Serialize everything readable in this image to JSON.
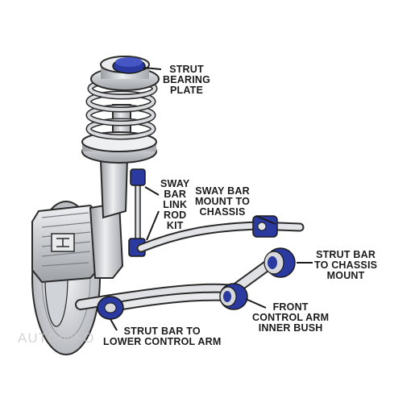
{
  "labels": {
    "strut_bearing_plate": [
      "STRUT",
      "BEARING",
      "PLATE"
    ],
    "sway_bar_link_rod_kit": [
      "SWAY",
      "BAR",
      "LINK",
      "ROD",
      "KIT"
    ],
    "sway_bar_mount_to_chassis": [
      "SWAY BAR",
      "MOUNT TO",
      "CHASSIS"
    ],
    "strut_bar_to_chassis_mount": [
      "STRUT BAR",
      "TO CHASSIS",
      "MOUNT"
    ],
    "front_control_arm_inner_bush": [
      "FRONT",
      "CONTROL ARM",
      "INNER BUSH"
    ],
    "strut_bar_to_lower_control_arm": [
      "STRUT BAR TO",
      "LOWER CONTROL ARM"
    ]
  },
  "watermark": "AUTOINFO",
  "colors": {
    "bush": "#2a3aa0",
    "metal": "#d4d6d9",
    "outline": "#2b2b2b",
    "text": "#1b1b1b"
  }
}
